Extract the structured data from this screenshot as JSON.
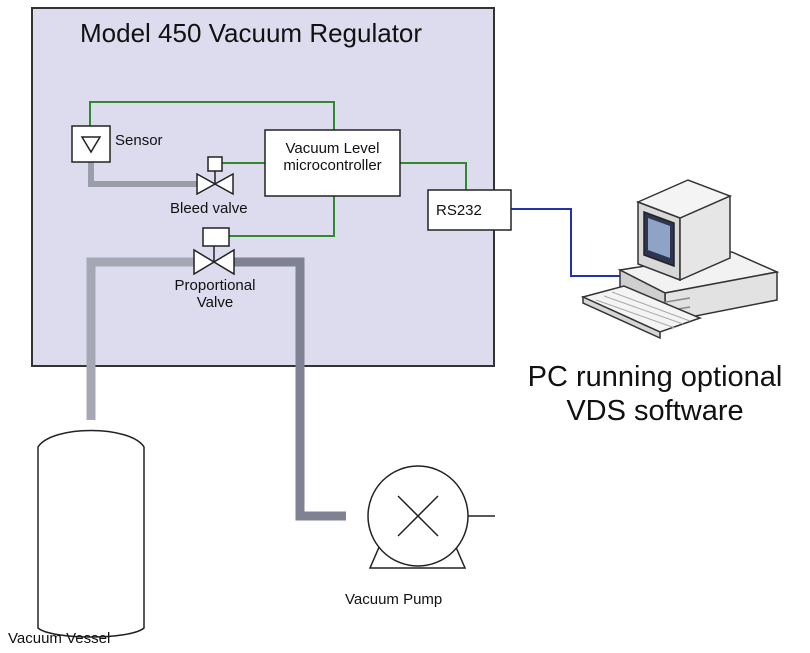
{
  "title": "Model 450 Vacuum Regulator",
  "labels": {
    "sensor": "Sensor",
    "controller_line1": "Vacuum Level",
    "controller_line2": "microcontroller",
    "bleed_valve": "Bleed valve",
    "proportional_line1": "Proportional",
    "proportional_line2": "Valve",
    "rs232": "RS232",
    "pc_line1": "PC running optional",
    "pc_line2": "VDS software",
    "vacuum_pump": "Vacuum Pump",
    "vacuum_vessel": "Vacuum Vessel"
  },
  "colors": {
    "panel_fill": "#dcdcee",
    "panel_border": "#333333",
    "signal_wire": "#2f8a2f",
    "serial_cable": "#2233aa",
    "pipe": "#8a8d9c",
    "pipe_light": "#a5a8b4",
    "outline": "#222222"
  },
  "icons": [
    "sensor-triangle-icon",
    "bleed-valve-icon",
    "proportional-valve-icon",
    "vacuum-pump-icon",
    "vacuum-vessel-icon",
    "pc-computer-icon"
  ]
}
